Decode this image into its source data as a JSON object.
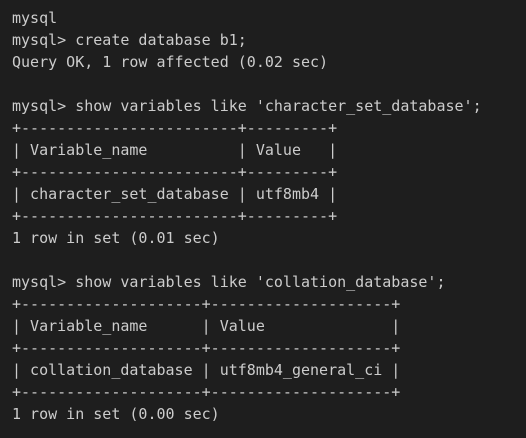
{
  "terminal": {
    "lines": [
      "mysql",
      "mysql> create database b1;",
      "Query OK, 1 row affected (0.02 sec)",
      "",
      "mysql> show variables like 'character_set_database';",
      "+------------------------+---------+",
      "| Variable_name          | Value   |",
      "+------------------------+---------+",
      "| character_set_database | utf8mb4 |",
      "+------------------------+---------+",
      "1 row in set (0.01 sec)",
      "",
      "mysql> show variables like 'collation_database';",
      "+--------------------+--------------------+",
      "| Variable_name      | Value              |",
      "+--------------------+--------------------+",
      "| collation_database | utf8mb4_general_ci |",
      "+--------------------+--------------------+",
      "1 row in set (0.00 sec)"
    ]
  },
  "colors": {
    "background": "#1e1e1e",
    "text": "#cccccc"
  }
}
